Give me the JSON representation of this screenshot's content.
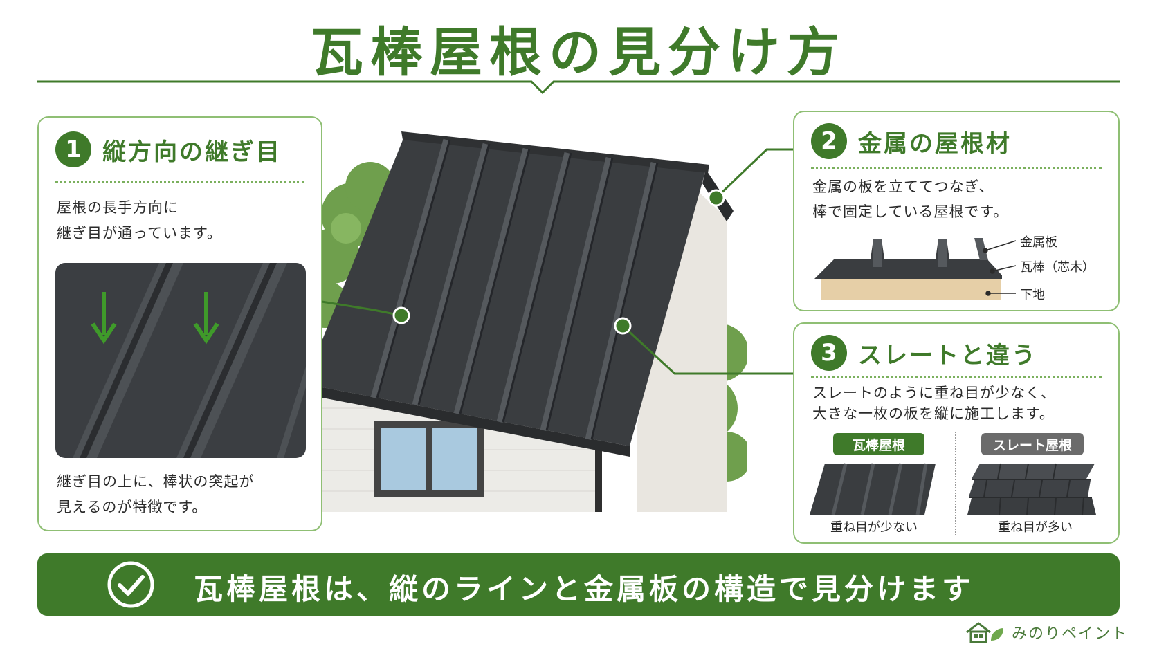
{
  "title": "瓦棒屋根の見分け方",
  "colors": {
    "accent": "#3f7a2a",
    "border": "#8fbf74",
    "roof": "#3a3d40",
    "slate_tag": "#6b6b6b"
  },
  "cards": [
    {
      "number": "1",
      "title": "縦方向の継ぎ目",
      "lines": [
        "屋根の長手方向に",
        "継ぎ目が通っています。"
      ],
      "footer_lines": [
        "継ぎ目の上に、棒状の突起が",
        "見えるのが特徴です。"
      ]
    },
    {
      "number": "2",
      "title": "金属の屋根材",
      "lines": [
        "金属の板を立ててつなぎ、",
        "棒で固定している屋根です。"
      ],
      "labels": [
        "金属板",
        "瓦棒（芯木）",
        "下地"
      ]
    },
    {
      "number": "3",
      "title": "スレートと違う",
      "lines": [
        "スレートのように重ね目が少なく、",
        "大きな一枚の板を縦に施工します。"
      ],
      "compare": [
        {
          "tag": "瓦棒屋根",
          "caption": "重ね目が少ない"
        },
        {
          "tag": "スレート屋根",
          "caption": "重ね目が多い"
        }
      ]
    }
  ],
  "banner": {
    "text": "瓦棒屋根は、縦のラインと金属板の構造で見分けます",
    "icon": "check-circle-icon"
  },
  "brand": {
    "name": "みのりペイント",
    "icon": "house-leaf-icon"
  }
}
